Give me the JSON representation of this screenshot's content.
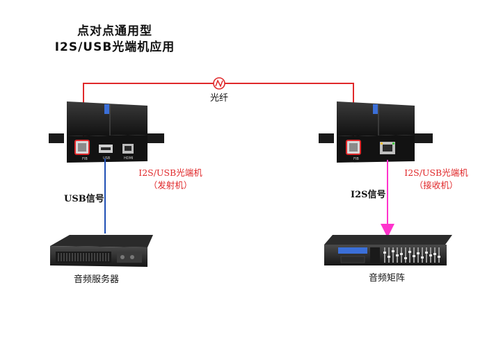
{
  "title": {
    "line1": "点对点通用型",
    "line2": "I2S/USB光端机应用"
  },
  "fiber": {
    "label": "光纤"
  },
  "transmitter": {
    "name": "I2S/USB光端机",
    "role": "（发射机）",
    "port_fiber": "FIB",
    "port_usb": "USB",
    "port_hdmi": "HDMI"
  },
  "receiver": {
    "name": "I2S/USB光端机",
    "role": "（接收机）",
    "port_fiber": "FIB"
  },
  "signals": {
    "left": "USB信号",
    "right": "I2S信号"
  },
  "devices": {
    "server": "音频服务器",
    "matrix": "音频矩阵"
  },
  "colors": {
    "fiber": "#e0282a",
    "usb": "#1f4fb5",
    "i2s": "#ff33cc",
    "label_red": "#e0282a"
  }
}
